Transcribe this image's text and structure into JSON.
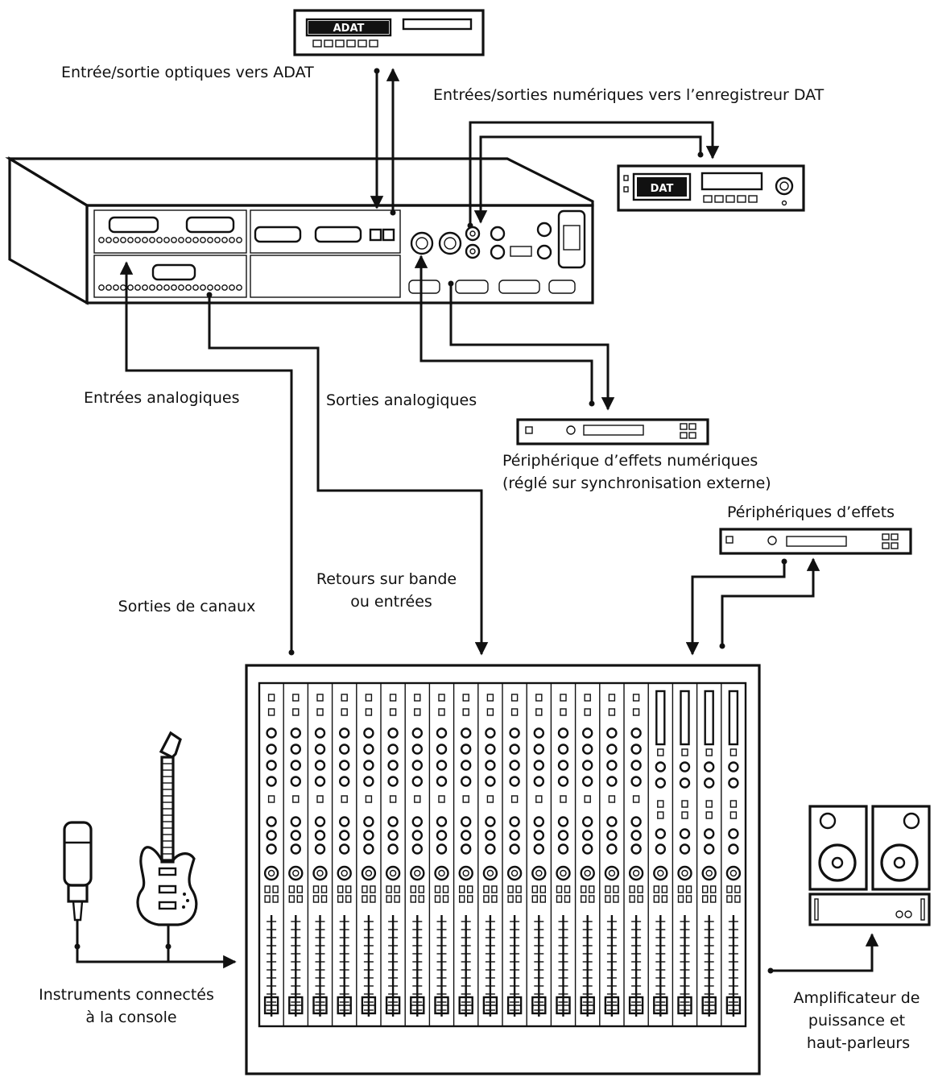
{
  "labels": {
    "adat_optical": "Entrée/sortie optiques vers ADAT",
    "dat_digital": "Entrées/sorties numériques vers l’enregistreur DAT",
    "analog_inputs": "Entrées analogiques",
    "analog_outputs": "Sorties analogiques",
    "digital_fx_line1": "Périphérique d’effets numériques",
    "digital_fx_line2": "(réglé sur synchronisation externe)",
    "fx_devices": "Périphériques d’effets",
    "tape_returns_line1": "Retours sur bande",
    "tape_returns_line2": "ou entrées",
    "channel_outputs": "Sorties de canaux",
    "instruments_line1": "Instruments connectés",
    "instruments_line2": "à la console",
    "amp_line1": "Amplificateur de",
    "amp_line2": "puissance et",
    "amp_line3": "haut-parleurs"
  },
  "devices": {
    "adat_badge": "ADAT",
    "dat_badge": "DAT"
  },
  "mixer": {
    "input_channels": 16,
    "bus_channels": 4
  },
  "icons": [
    "microphone-icon",
    "electric-guitar-icon",
    "speaker-icon"
  ]
}
